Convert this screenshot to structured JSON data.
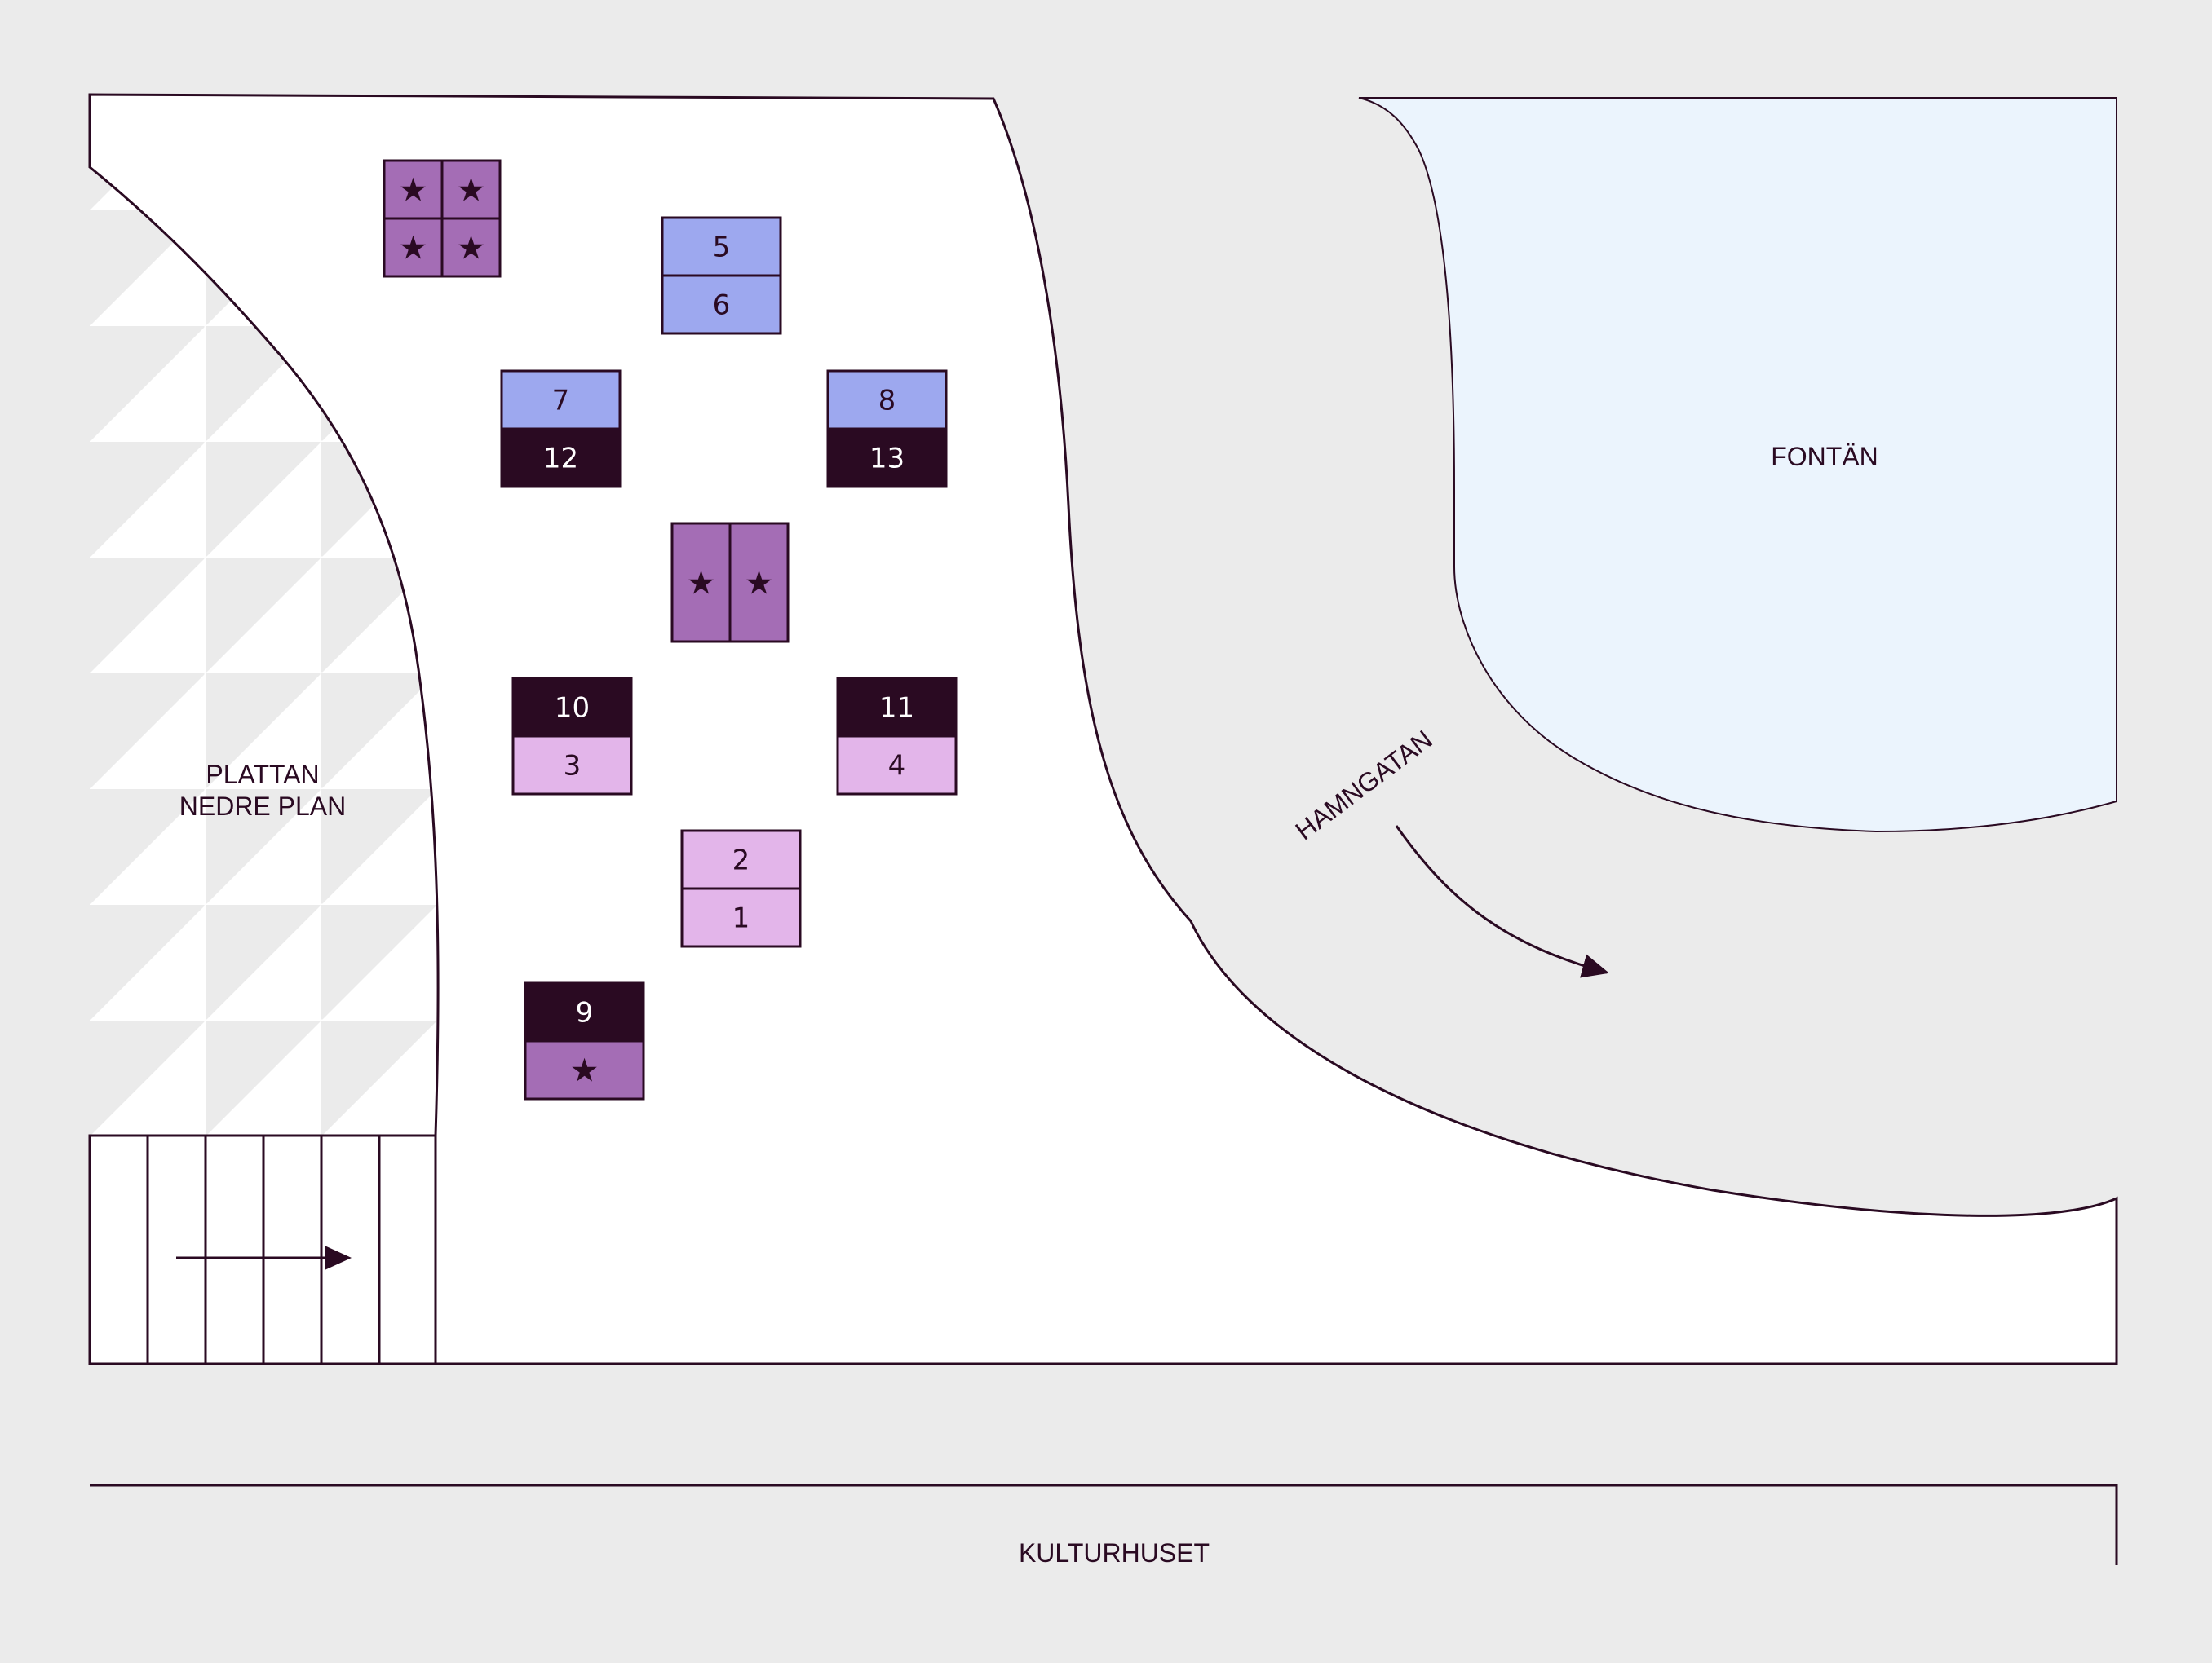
{
  "colors": {
    "background": "#ebebeb",
    "plaza": "#ffffff",
    "fountain": "#ebf4fd",
    "outline": "#2a0a22",
    "violet": "#a46db5",
    "periwinkle": "#9da8ef",
    "lilac": "#e3b5ea",
    "dark": "#2a0a22"
  },
  "labels": {
    "plattan_line1": "PLATTAN",
    "plattan_line2": "NEDRE PLAN",
    "fontan": "FONTÄN",
    "hamngatan": "HAMNGATAN",
    "kulturhuset": "KULTURHUSET"
  },
  "stalls": [
    {
      "id": "stall-star-quad",
      "cells": [
        {
          "text": "★",
          "color": "violet",
          "kind": "star"
        },
        {
          "text": "★",
          "color": "violet",
          "kind": "star"
        },
        {
          "text": "★",
          "color": "violet",
          "kind": "star"
        },
        {
          "text": "★",
          "color": "violet",
          "kind": "star"
        }
      ]
    },
    {
      "id": "stall-5-6",
      "cells": [
        {
          "text": "5",
          "color": "periwinkle"
        },
        {
          "text": "6",
          "color": "periwinkle"
        }
      ]
    },
    {
      "id": "stall-7-12",
      "cells": [
        {
          "text": "7",
          "color": "periwinkle"
        },
        {
          "text": "12",
          "color": "dark"
        }
      ]
    },
    {
      "id": "stall-8-13",
      "cells": [
        {
          "text": "8",
          "color": "periwinkle"
        },
        {
          "text": "13",
          "color": "dark"
        }
      ]
    },
    {
      "id": "stall-star-pair",
      "cells": [
        {
          "text": "★",
          "color": "violet",
          "kind": "star"
        },
        {
          "text": "★",
          "color": "violet",
          "kind": "star"
        }
      ]
    },
    {
      "id": "stall-10-3",
      "cells": [
        {
          "text": "10",
          "color": "dark"
        },
        {
          "text": "3",
          "color": "lilac"
        }
      ]
    },
    {
      "id": "stall-11-4",
      "cells": [
        {
          "text": "11",
          "color": "dark"
        },
        {
          "text": "4",
          "color": "lilac"
        }
      ]
    },
    {
      "id": "stall-2-1",
      "cells": [
        {
          "text": "2",
          "color": "lilac"
        },
        {
          "text": "1",
          "color": "lilac"
        }
      ]
    },
    {
      "id": "stall-9-star",
      "cells": [
        {
          "text": "9",
          "color": "dark"
        },
        {
          "text": "★",
          "color": "violet",
          "kind": "star"
        }
      ]
    }
  ]
}
